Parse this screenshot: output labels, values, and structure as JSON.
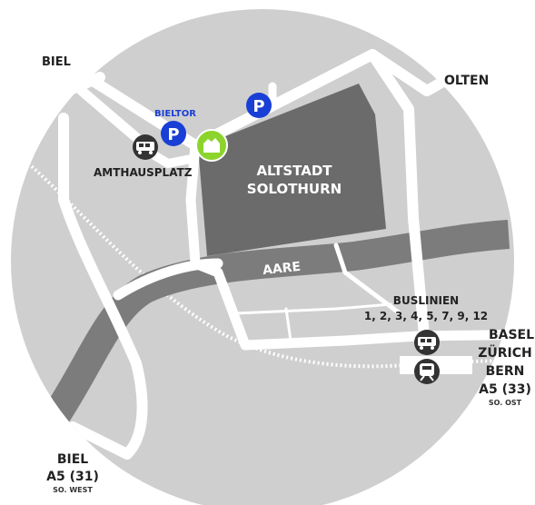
{
  "colors": {
    "map_bg": "#cfcfcf",
    "old_town": "#6b6b6b",
    "river": "#7c7c7c",
    "road": "#ffffff",
    "parking": "#1a3fd6",
    "target": "#8cd42c",
    "transit": "#333333"
  },
  "labels": {
    "biel_top": "BIEL",
    "olten": "OLTEN",
    "bieltor": "BIELTOR",
    "amthausplatz": "AMTHAUSPLATZ",
    "altstadt_line1": "ALTSTADT",
    "altstadt_line2": "SOLOTHURN",
    "aare": "AARE",
    "buslinien_title": "BUSLINIEN",
    "buslinien_numbers": "1, 2, 3, 4, 5, 7, 9, 12",
    "basel": "BASEL",
    "zurich": "ZÜRICH",
    "bern": "BERN",
    "a5_east": "A5 (33)",
    "so_ost": "SO. OST",
    "biel_bottom": "BIEL",
    "a5_west": "A5 (31)",
    "so_west": "SO. WEST"
  },
  "icons": {
    "parking_symbol": "P",
    "parking_icon": "parking-icon",
    "bus_icon": "bus-icon",
    "train_icon": "train-icon",
    "target_icon": "building-icon"
  }
}
